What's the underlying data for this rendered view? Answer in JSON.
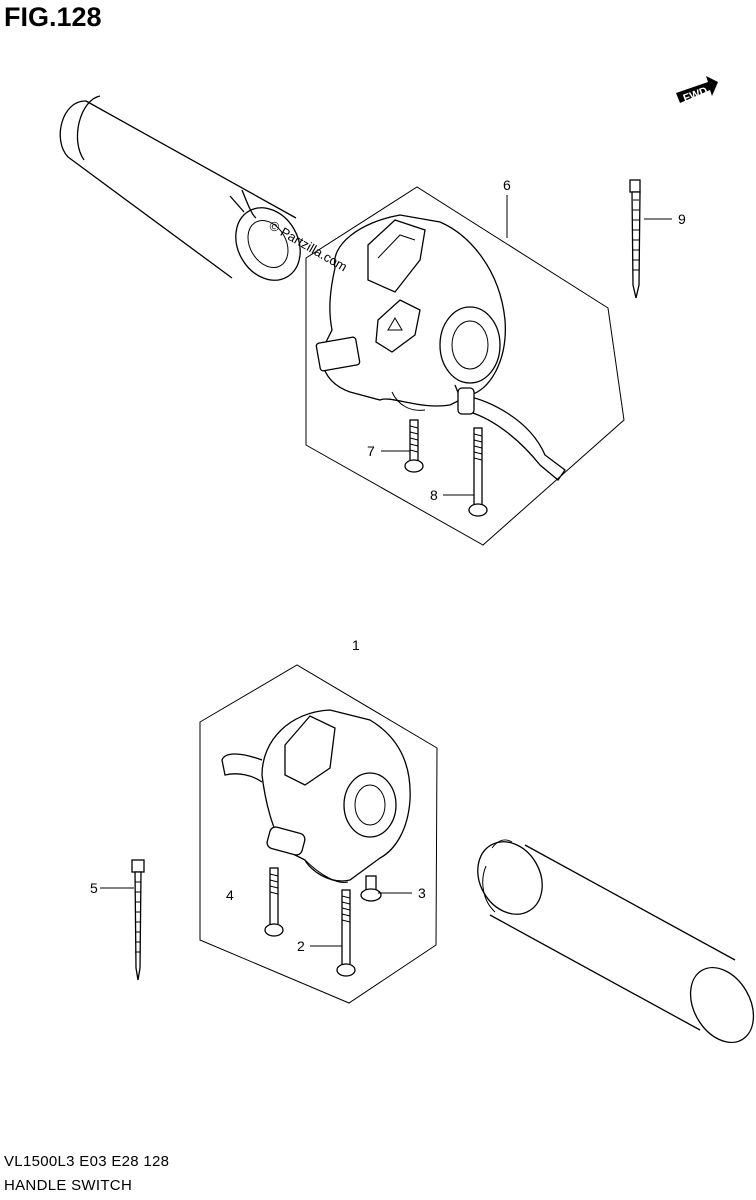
{
  "figure": {
    "title": "FIG.128"
  },
  "watermark": {
    "text": "© Partzilla.com"
  },
  "direction_badge": {
    "text": "FWD"
  },
  "callouts": {
    "c1": "1",
    "c2": "2",
    "c3": "3",
    "c4": "4",
    "c5": "5",
    "c6": "6",
    "c7": "7",
    "c8": "8",
    "c9": "9"
  },
  "footer": {
    "model_code": "VL1500L3  E03  E28  128",
    "section_name": "HANDLE SWITCH"
  }
}
